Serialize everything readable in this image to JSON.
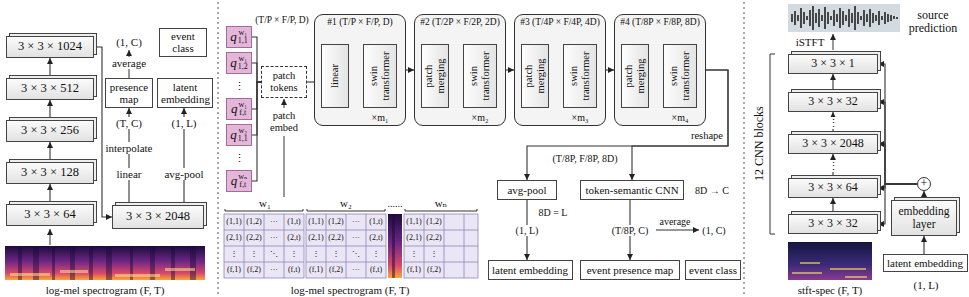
{
  "diagram": {
    "nodes": [
      {
        "text": [
          "3 × 3 × 1024"
        ]
      },
      {
        "text": [
          "3 × 3 × 512"
        ]
      },
      {
        "text": [
          "3 × 3 × 256"
        ]
      },
      {
        "text": [
          "3 × 3 × 128"
        ]
      },
      {
        "text": [
          "3 × 3 × 64"
        ]
      },
      {
        "text": [
          "event class"
        ]
      },
      {
        "text": [
          "presence map"
        ]
      },
      {
        "text": [
          "latent embedding"
        ]
      },
      {
        "text": [
          "3 × 3 × 2048"
        ]
      },
      {
        "text": [
          "q",
          "w₁",
          "1,1"
        ]
      },
      {
        "text": [
          "q",
          "w₁",
          "1,2"
        ]
      },
      {
        "text": [
          "q",
          "w₁",
          "f,t"
        ]
      },
      {
        "text": [
          "q",
          "w₂",
          "1,1"
        ]
      },
      {
        "text": [
          "q",
          "wₙ",
          "f,t"
        ]
      },
      {
        "text": [
          "patch tokens"
        ]
      },
      {
        "text": [
          "#1 (T/P × F/P, D)",
          "×m₁"
        ]
      },
      {
        "text": [
          "linear"
        ],
        "in": 15
      },
      {
        "text": [
          "swin transformer"
        ],
        "in": 15
      },
      {
        "text": [
          "#2 (T/2P × F/2P, 2D)",
          "×m₂"
        ]
      },
      {
        "text": [
          "patch merging"
        ],
        "in": 18
      },
      {
        "text": [
          "swin transformer"
        ],
        "in": 18
      },
      {
        "text": [
          "#3 (T/4P × F/4P, 4D)",
          "×m₃"
        ]
      },
      {
        "text": [
          "patch merging"
        ],
        "in": 21
      },
      {
        "text": [
          "swin transformer"
        ],
        "in": 21
      },
      {
        "text": [
          "#4 (T/8P × F/8P, 8D)",
          "×m₄"
        ]
      },
      {
        "text": [
          "patch merging"
        ],
        "in": 24
      },
      {
        "text": [
          "swin transformer"
        ],
        "in": 24
      },
      {
        "text": [
          "avg-pool"
        ]
      },
      {
        "text": [
          "token-semantic CNN"
        ]
      },
      {
        "text": [
          "latent embedding"
        ]
      },
      {
        "text": [
          "event presence map"
        ]
      },
      {
        "text": [
          "event class"
        ]
      },
      {
        "text": [
          "3 × 3 × 1"
        ]
      },
      {
        "text": [
          "3 × 3 × 32"
        ]
      },
      {
        "text": [
          "3 × 3 × 2048"
        ]
      },
      {
        "text": [
          "3 × 3 × 64"
        ]
      },
      {
        "text": [
          "3 × 3 × 32"
        ]
      },
      {
        "text": [
          "+"
        ]
      },
      {
        "text": [
          "embedding layer"
        ]
      },
      {
        "text": [
          "latent embedding"
        ]
      }
    ],
    "edges": [
      {
        "from": 4,
        "to": 3,
        "arrow": "to"
      },
      {
        "from": 3,
        "to": 2,
        "arrow": "to"
      },
      {
        "from": 2,
        "to": 1,
        "arrow": "to"
      },
      {
        "from": 1,
        "to": 0,
        "arrow": "to"
      },
      {
        "from": 0,
        "to": 8,
        "arrow": "to"
      },
      {
        "from": 8,
        "to": 6,
        "arrow": "to"
      },
      {
        "from": 8,
        "to": 7,
        "arrow": "to"
      },
      {
        "from": 9,
        "to": 14,
        "arrow": "none"
      },
      {
        "from": 10,
        "to": 14,
        "arrow": "none"
      },
      {
        "from": 11,
        "to": 14,
        "arrow": "none"
      },
      {
        "from": 12,
        "to": 14,
        "arrow": "none"
      },
      {
        "from": 13,
        "to": 14,
        "arrow": "none"
      },
      {
        "from": 14,
        "to": 16,
        "arrow": "to"
      },
      {
        "from": 16,
        "to": 17,
        "arrow": "to"
      },
      {
        "from": 15,
        "to": 18,
        "arrow": "to"
      },
      {
        "from": 19,
        "to": 20,
        "arrow": "to"
      },
      {
        "from": 18,
        "to": 21,
        "arrow": "to"
      },
      {
        "from": 22,
        "to": 23,
        "arrow": "to"
      },
      {
        "from": 21,
        "to": 24,
        "arrow": "to"
      },
      {
        "from": 25,
        "to": 26,
        "arrow": "to"
      },
      {
        "from": 24,
        "to": 27,
        "arrow": "to"
      },
      {
        "from": 24,
        "to": 28,
        "arrow": "to"
      },
      {
        "from": 27,
        "to": 29,
        "label": "(1, L)",
        "arrow": "to"
      },
      {
        "from": 28,
        "to": 30,
        "label": "(T/8P, C)",
        "arrow": "to"
      },
      {
        "from": 36,
        "to": 35,
        "arrow": "to"
      },
      {
        "from": 35,
        "to": 34,
        "arrow": "to"
      },
      {
        "from": 34,
        "to": 33,
        "arrow": "to"
      },
      {
        "from": 33,
        "to": 32,
        "arrow": "to"
      },
      {
        "from": 39,
        "to": 38,
        "arrow": "to"
      },
      {
        "from": 38,
        "to": 37,
        "arrow": "to"
      },
      {
        "from": 37,
        "to": 36,
        "arrow": "to"
      },
      {
        "from": 37,
        "to": 35,
        "arrow": "to"
      },
      {
        "from": 37,
        "to": 34,
        "arrow": "to"
      },
      {
        "from": 37,
        "to": 33,
        "arrow": "to"
      },
      {
        "from": 37,
        "to": 32,
        "arrow": "to"
      }
    ],
    "labels": [
      "(1, C)",
      "average",
      "(T, C)",
      "(1, L)",
      "interpolate",
      "linear",
      "avg-pool",
      "log-mel spectrogram (F, T)",
      "(T/P × F/P, D)",
      "⋮",
      "⋮",
      "patch embed",
      "w₁",
      "w₂",
      "......",
      "wₙ",
      "(1,1)",
      "(1,2)",
      "···",
      "(1,t)",
      "(2,1)",
      "(2,2)",
      "···",
      "(2,t)",
      "⋮",
      "⋮",
      "⋱",
      "⋮",
      "(f,1)",
      "(f,2)",
      "···",
      "(f,t)",
      "(1,1)",
      "(1,2)",
      "···",
      "(1,t)",
      "(2,1)",
      "(2,2)",
      "···",
      "(2,t)",
      "⋮",
      "⋮",
      "⋱",
      "⋮",
      "(f,1)",
      "(f,2)",
      "···",
      "(f,t)",
      "(1,1)",
      "(1,2)",
      "(2,1)",
      "(2,2)",
      "⋮",
      "⋮",
      "(f,1)",
      "(f,2)",
      "log-mel spectrogram (F, T)",
      "reshape",
      "(T/8P, F/8P, 8D)",
      "8D → C",
      "8D = L",
      "average",
      "(1, C)",
      "source prediction",
      "iSTFT",
      "⋮",
      "⋮",
      "12 CNN blocks",
      "(1, L)",
      "stft-spec (F, T)"
    ]
  }
}
